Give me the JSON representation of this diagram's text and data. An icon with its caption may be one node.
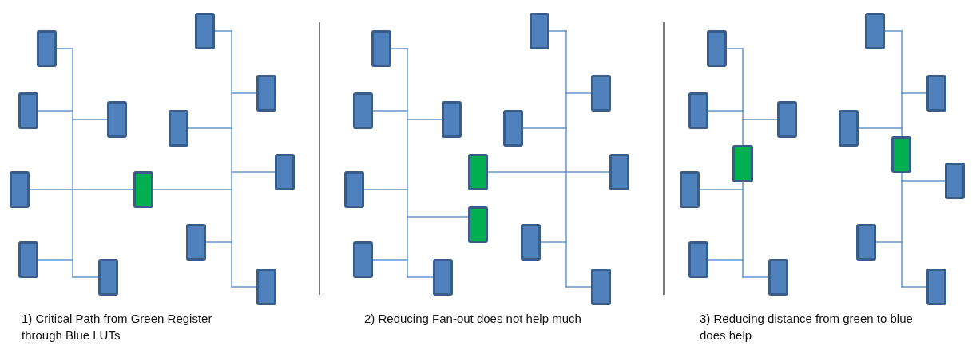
{
  "diagram": {
    "nodes": [
      {
        "text": [],
        "shape": "box"
      },
      {
        "text": [],
        "shape": "box"
      },
      {
        "text": [],
        "shape": "box"
      },
      {
        "text": [],
        "shape": "box"
      },
      {
        "text": [],
        "shape": "box"
      },
      {
        "text": [],
        "shape": "box"
      },
      {
        "text": [],
        "shape": "box"
      },
      {
        "text": [],
        "shape": "box"
      },
      {
        "text": [],
        "shape": "box"
      },
      {
        "text": [],
        "shape": "box"
      },
      {
        "text": [],
        "shape": "box"
      },
      {
        "text": [],
        "shape": "box"
      },
      {
        "text": [],
        "shape": "box"
      },
      {
        "text": [],
        "shape": "box"
      },
      {
        "text": [],
        "shape": "box"
      },
      {
        "text": [],
        "shape": "box"
      },
      {
        "text": [],
        "shape": "box"
      },
      {
        "text": [],
        "shape": "box"
      },
      {
        "text": [],
        "shape": "box"
      },
      {
        "text": [],
        "shape": "box"
      },
      {
        "text": [],
        "shape": "box"
      },
      {
        "text": [],
        "shape": "box"
      },
      {
        "text": [],
        "shape": "box"
      },
      {
        "text": [],
        "shape": "box"
      },
      {
        "text": [],
        "shape": "box"
      },
      {
        "text": [],
        "shape": "box"
      },
      {
        "text": [],
        "shape": "box"
      },
      {
        "text": [],
        "shape": "box"
      },
      {
        "text": [],
        "shape": "box"
      },
      {
        "text": [],
        "shape": "box"
      },
      {
        "text": [],
        "shape": "box"
      },
      {
        "text": [],
        "shape": "box"
      },
      {
        "text": [],
        "shape": "box"
      },
      {
        "text": [],
        "shape": "box"
      },
      {
        "text": [],
        "shape": "box"
      },
      {
        "text": [],
        "shape": "box"
      },
      {
        "text": [],
        "shape": "box"
      },
      {
        "text": [],
        "shape": "box"
      },
      {
        "text": [],
        "shape": "box"
      },
      {
        "text": [],
        "shape": "box"
      },
      {
        "text": [],
        "shape": "box"
      }
    ],
    "edges": [
      {
        "from": 6,
        "to": 0,
        "arrow": "none"
      },
      {
        "from": 6,
        "to": 1,
        "arrow": "none"
      },
      {
        "from": 6,
        "to": 2,
        "arrow": "none"
      },
      {
        "from": 6,
        "to": 3,
        "arrow": "none"
      },
      {
        "from": 6,
        "to": 4,
        "arrow": "none"
      },
      {
        "from": 6,
        "to": 5,
        "arrow": "none"
      },
      {
        "from": 6,
        "to": 7,
        "arrow": "none"
      },
      {
        "from": 6,
        "to": 8,
        "arrow": "none"
      },
      {
        "from": 6,
        "to": 9,
        "arrow": "none"
      },
      {
        "from": 6,
        "to": 10,
        "arrow": "none"
      },
      {
        "from": 6,
        "to": 11,
        "arrow": "none"
      },
      {
        "from": 6,
        "to": 12,
        "arrow": "none"
      },
      {
        "from": 20,
        "to": 13,
        "arrow": "none"
      },
      {
        "from": 20,
        "to": 14,
        "arrow": "none"
      },
      {
        "from": 20,
        "to": 15,
        "arrow": "none"
      },
      {
        "from": 20,
        "to": 16,
        "arrow": "none"
      },
      {
        "from": 20,
        "to": 17,
        "arrow": "none"
      },
      {
        "from": 20,
        "to": 18,
        "arrow": "none"
      },
      {
        "from": 19,
        "to": 21,
        "arrow": "none"
      },
      {
        "from": 19,
        "to": 22,
        "arrow": "none"
      },
      {
        "from": 19,
        "to": 23,
        "arrow": "none"
      },
      {
        "from": 19,
        "to": 24,
        "arrow": "none"
      },
      {
        "from": 19,
        "to": 25,
        "arrow": "none"
      },
      {
        "from": 19,
        "to": 26,
        "arrow": "none"
      },
      {
        "from": 33,
        "to": 27,
        "arrow": "none"
      },
      {
        "from": 33,
        "to": 28,
        "arrow": "none"
      },
      {
        "from": 33,
        "to": 29,
        "arrow": "none"
      },
      {
        "from": 33,
        "to": 30,
        "arrow": "none"
      },
      {
        "from": 33,
        "to": 31,
        "arrow": "none"
      },
      {
        "from": 33,
        "to": 32,
        "arrow": "none"
      },
      {
        "from": 40,
        "to": 34,
        "arrow": "none"
      },
      {
        "from": 40,
        "to": 35,
        "arrow": "none"
      },
      {
        "from": 40,
        "to": 36,
        "arrow": "none"
      },
      {
        "from": 40,
        "to": 37,
        "arrow": "none"
      },
      {
        "from": 40,
        "to": 38,
        "arrow": "none"
      },
      {
        "from": 40,
        "to": 39,
        "arrow": "none"
      }
    ],
    "labels": [
      "1) Critical Path from Green Register through Blue LUTs",
      "2) Reducing Fan-out does not help much",
      "3) Reducing distance from green to blue does help"
    ]
  }
}
